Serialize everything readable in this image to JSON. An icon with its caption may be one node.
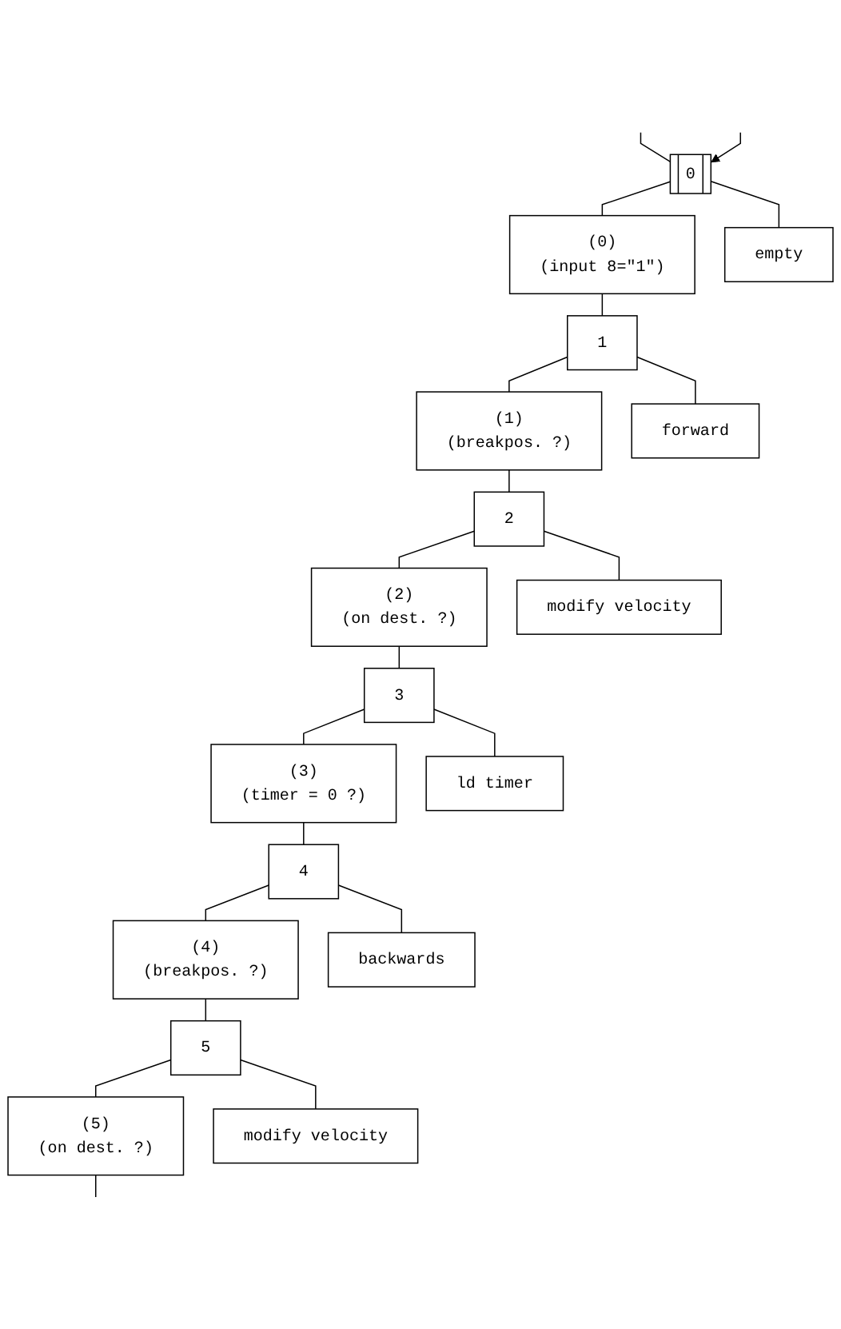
{
  "diagram": {
    "nodes": [
      {
        "text": [
          "0"
        ]
      },
      {
        "text": [
          "empty"
        ]
      },
      {
        "text": [
          "(0)",
          "(input 8=\"1\")"
        ]
      },
      {
        "text": [
          "1"
        ]
      },
      {
        "text": [
          "forward"
        ]
      },
      {
        "text": [
          "(1)",
          "(breakpos. ?)"
        ]
      },
      {
        "text": [
          "2"
        ]
      },
      {
        "text": [
          "modify velocity"
        ]
      },
      {
        "text": [
          "(2)",
          "(on dest. ?)"
        ]
      },
      {
        "text": [
          "3"
        ]
      },
      {
        "text": [
          "ld timer"
        ]
      },
      {
        "text": [
          "(3)",
          "(timer = 0 ?)"
        ]
      },
      {
        "text": [
          "4"
        ]
      },
      {
        "text": [
          "backwards"
        ]
      },
      {
        "text": [
          "(4)",
          "(breakpos. ?)"
        ]
      },
      {
        "text": [
          "5"
        ]
      },
      {
        "text": [
          "modify velocity"
        ]
      },
      {
        "text": [
          "(5)",
          "(on dest. ?)"
        ]
      }
    ],
    "edges": [
      {
        "from": null,
        "to": 0,
        "arrow": "none"
      },
      {
        "from": null,
        "to": 0,
        "arrow": "to"
      },
      {
        "from": 0,
        "to": 1,
        "arrow": "none"
      },
      {
        "from": 0,
        "to": 2,
        "arrow": "none"
      },
      {
        "from": 2,
        "to": 3,
        "arrow": "none"
      },
      {
        "from": 3,
        "to": 4,
        "arrow": "none"
      },
      {
        "from": 3,
        "to": 5,
        "arrow": "none"
      },
      {
        "from": 5,
        "to": 6,
        "arrow": "none"
      },
      {
        "from": 6,
        "to": 7,
        "arrow": "none"
      },
      {
        "from": 6,
        "to": 8,
        "arrow": "none"
      },
      {
        "from": 8,
        "to": 9,
        "arrow": "none"
      },
      {
        "from": 9,
        "to": 10,
        "arrow": "none"
      },
      {
        "from": 9,
        "to": 11,
        "arrow": "none"
      },
      {
        "from": 11,
        "to": 12,
        "arrow": "none"
      },
      {
        "from": 12,
        "to": 13,
        "arrow": "none"
      },
      {
        "from": 12,
        "to": 14,
        "arrow": "none"
      },
      {
        "from": 14,
        "to": 15,
        "arrow": "none"
      },
      {
        "from": 15,
        "to": 16,
        "arrow": "none"
      },
      {
        "from": 15,
        "to": 17,
        "arrow": "none"
      },
      {
        "from": 17,
        "to": null,
        "arrow": "none"
      }
    ]
  }
}
